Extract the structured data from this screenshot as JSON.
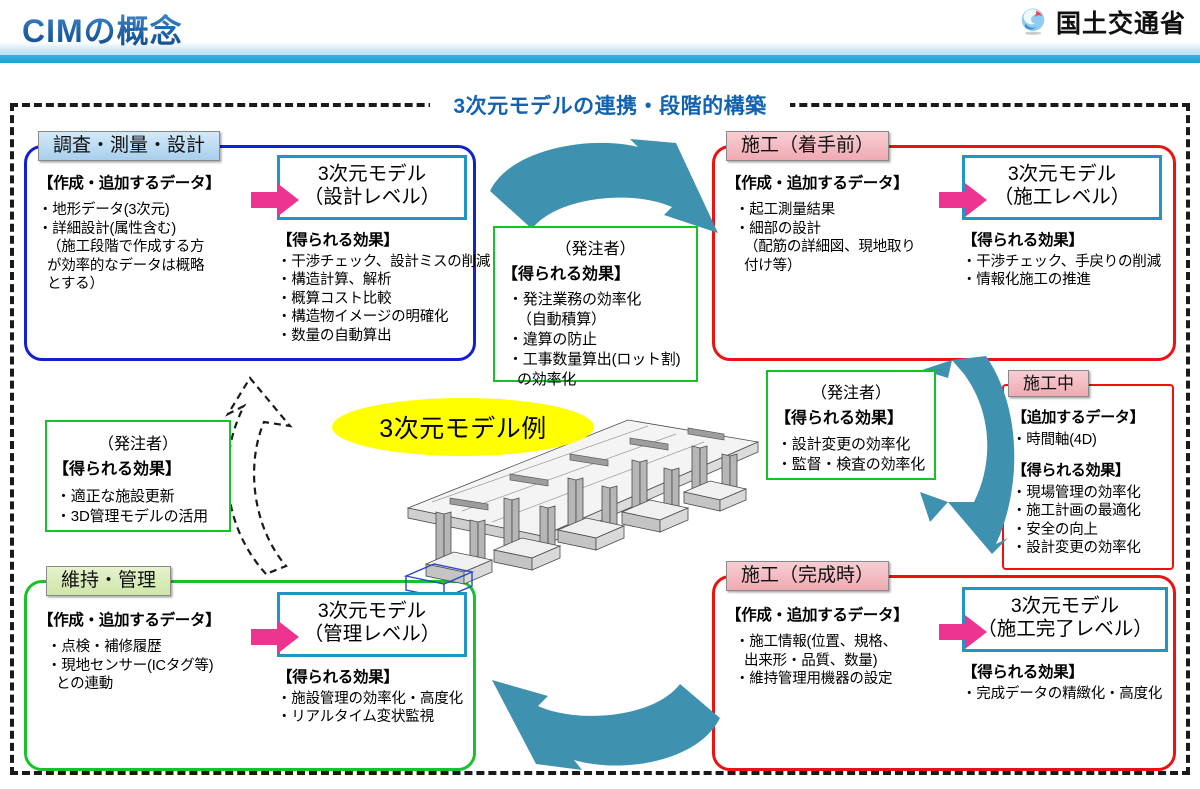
{
  "header": {
    "title": "CIMの概念",
    "ministry": "国土交通省",
    "logo_icon": "mlit-swirl-logo-icon"
  },
  "frame": {
    "label": "3次元モデルの連携・段階的構築"
  },
  "center": {
    "ellipse_label": "3次元モデル例",
    "ellipse_color": "#ffff00",
    "model_caption": "3d-viaduct-model-image"
  },
  "colors": {
    "survey_accent": "#1320d2",
    "construction_accent": "#ee1111",
    "maintenance_accent": "#17c22a",
    "owner_accent": "#14c424",
    "model_box_accent": "#2196c4",
    "flow_arrow": "#3f92af",
    "pink_arrow": "#ef3390",
    "title_blue": "#1262b0"
  },
  "phases": {
    "survey": {
      "tab": "調査・測量・設計",
      "data_header": "【作成・追加するデータ】",
      "data_items": [
        "・地形データ(3次元)",
        "・詳細設計(属性含む)",
        "（施工段階で作成する方",
        "が効率的なデータは概略",
        "とする）"
      ],
      "model_title_line1": "3次元モデル",
      "model_title_line2": "（設計レベル）",
      "effect_header": "【得られる効果】",
      "effect_items": [
        "・干渉チェック、設計ミスの削減",
        "・構造計算、解析",
        "・概算コスト比較",
        "・構造物イメージの明確化",
        "・数量の自動算出"
      ]
    },
    "pre_construction": {
      "tab": "施工（着手前）",
      "data_header": "【作成・追加するデータ】",
      "data_items": [
        "・起工測量結果",
        "・細部の設計",
        "（配筋の詳細図、現地取り",
        "付け等）"
      ],
      "model_title_line1": "3次元モデル",
      "model_title_line2": "（施工レベル）",
      "effect_header": "【得られる効果】",
      "effect_items": [
        "・干渉チェック、手戻りの削減",
        "・情報化施工の推進"
      ]
    },
    "during_construction": {
      "tab": "施工中",
      "data_header": "【追加するデータ】",
      "data_items": [
        "・時間軸(4D)"
      ],
      "effect_header": "【得られる効果】",
      "effect_items": [
        "・現場管理の効率化",
        "・施工計画の最適化",
        "・安全の向上",
        "・設計変更の効率化"
      ]
    },
    "completion": {
      "tab": "施工（完成時）",
      "data_header": "【作成・追加するデータ】",
      "data_items": [
        "・施工情報(位置、規格、",
        "出来形・品質、数量)",
        "・維持管理用機器の設定"
      ],
      "model_title_line1": "3次元モデル",
      "model_title_line2": "（施工完了レベル）",
      "effect_header": "【得られる効果】",
      "effect_items": [
        "・完成データの精緻化・高度化"
      ]
    },
    "maintenance": {
      "tab": "維持・管理",
      "data_header": "【作成・追加するデータ】",
      "data_items": [
        "・点検・補修履歴",
        "・現地センサー(ICタグ等)",
        "との連動"
      ],
      "model_title_line1": "3次元モデル",
      "model_title_line2": "（管理レベル）",
      "effect_header": "【得られる効果】",
      "effect_items": [
        "・施設管理の効率化・高度化",
        "・リアルタイム変状監視"
      ]
    }
  },
  "owner_callouts": {
    "design": {
      "subject": "（発注者）",
      "header": "【得られる効果】",
      "items": [
        "・発注業務の効率化",
        "（自動積算）",
        "・違算の防止",
        "・工事数量算出(ロット割)",
        "の効率化"
      ]
    },
    "construction": {
      "subject": "（発注者）",
      "header": "【得られる効果】",
      "items": [
        "・設計変更の効率化",
        "・監督・検査の効率化"
      ]
    },
    "maintenance": {
      "subject": "（発注者）",
      "header": "【得られる効果】",
      "items": [
        "・適正な施設更新",
        "・3D管理モデルの活用"
      ]
    }
  }
}
